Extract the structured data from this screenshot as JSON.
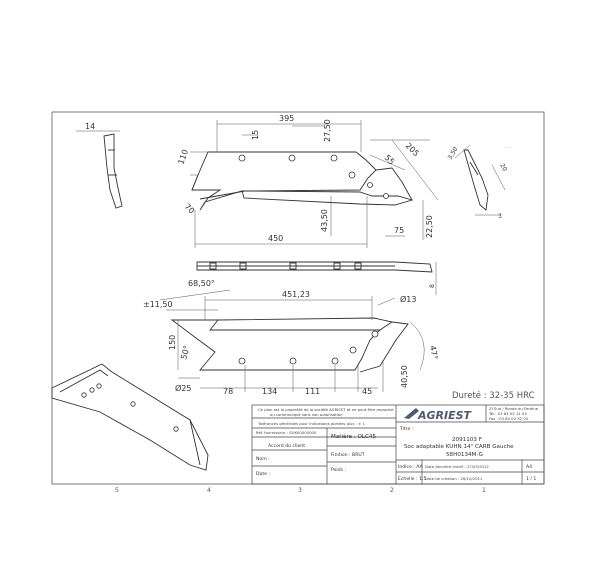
{
  "dimensions_top_view": {
    "width_395": "395",
    "offset_15": "15",
    "offset_27_50": "27,50",
    "height_110": "110",
    "angle_70": "70",
    "total_450": "450",
    "height_43_50": "43,50",
    "offset_75": "75",
    "height_22_50": "22,50",
    "angle_205": "205",
    "dim_55": "55"
  },
  "dimensions_side_view": {
    "thickness_8": "8"
  },
  "dimensions_bottom_view": {
    "angle_68_50": "68,50°",
    "offset_11_50": "±11,50",
    "length_451_23": "451,23",
    "hole_dia_13": "Ø13",
    "height_150": "150",
    "angle_50": "50°",
    "angle_47": "47°",
    "dia_25": "Ø25",
    "spacing_78": "78",
    "spacing_134": "134",
    "spacing_111": "111",
    "spacing_45": "45",
    "height_40_50": "40,50"
  },
  "dimensions_profile_view": {
    "thickness_14": "14"
  },
  "dimensions_section_view": {
    "dim_3_50": "3,50",
    "dim_20": "20",
    "dim_3": "3"
  },
  "hardness": "Dureté : 32-35 HRC",
  "title_block": {
    "notice_line1": "Ce plan est la propriété de la société AGRIEST et ne peut être reproduit",
    "notice_line2": "ou communiqué sans son autorisation",
    "tolerance_note": "Tolérances générales pour indications portées plus : ± 1",
    "supplier_ref_label": "Réf. fournisseur : SUKK0000000",
    "brand_name": "AGRIEST",
    "contact_line1": "ZI Sud / Ronde du Ferdine",
    "contact_line2": "Tél : 03 84 02 11 04",
    "contact_line3": "Fax : 03 84 02 32 00",
    "material_label": "Matière : OLC45",
    "finish_label": "Finition : BRUT",
    "weight_label": "Poids :",
    "client_agreement": "Accord du client",
    "name_label": "Nom :",
    "date_label": "Date :",
    "title_label": "Titre :",
    "part_number": "2091103 F",
    "part_title": "Soc adaptable KUHN 14\" CARB Gauche",
    "part_ref": "58H0134M-G",
    "index_label": "Indice : AA",
    "last_modified_label": "Date dernière modif : 27/03/2012",
    "format": "A4",
    "scale_label": "Echelle : 1:5",
    "created_label": "Date de création : 26/10/2011",
    "sheet": "1 / 1"
  },
  "grid_labels": [
    "5",
    "4",
    "3",
    "2",
    "1"
  ]
}
